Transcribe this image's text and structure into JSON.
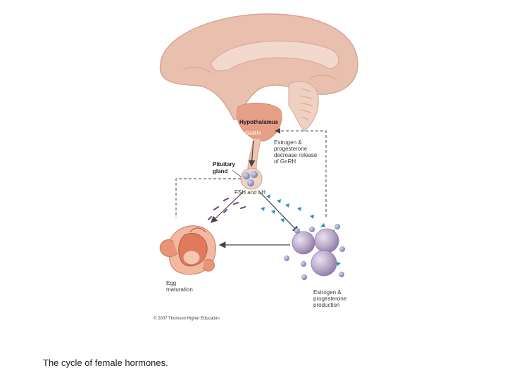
{
  "diagram": {
    "labels": {
      "hypothalamus": "Hypothalamus",
      "gnrh": "GnRH",
      "feedback_line1": "Estrogen &",
      "feedback_line2": "progesterone",
      "feedback_line3": "decrease release",
      "feedback_line4": "of GnRH",
      "pituitary_line1": "Pituitary",
      "pituitary_line2": "gland",
      "fsh_lh": "FSH and LH",
      "egg_line1": "Egg",
      "egg_line2": "maturation",
      "estrogen_line1": "Estrogen &",
      "estrogen_line2": "progesterone",
      "estrogen_line3": "production",
      "copyright": "© 2007 Thomson Higher Education"
    },
    "colors": {
      "brain": "#e8b8a8",
      "brain_outline": "#d9a090",
      "hypothalamus": "#e69a80",
      "ovary": "#f0b49a",
      "uterus": "#e07a5a",
      "follicle": "#b9a8c8",
      "hormone_dot": "#8d95c6",
      "fsh_dash": "#7b4a9a",
      "lh_triangle": "#2e8fc0",
      "arrow": "#444444"
    }
  },
  "caption": "The cycle of female hormones."
}
